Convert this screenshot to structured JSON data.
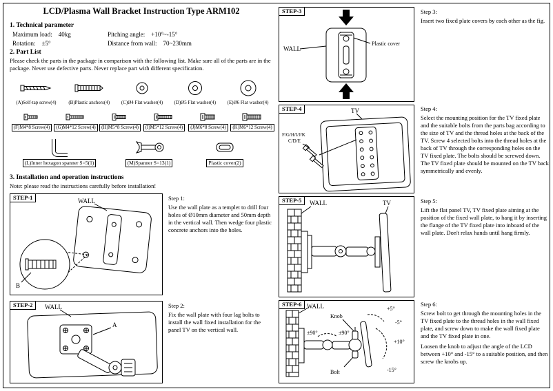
{
  "title": "LCD/Plasma Wall Bracket Instruction Type ARM102",
  "tech": {
    "heading": "1. Technical parameter",
    "params": [
      {
        "label": "Maximum load:",
        "value": "40kg"
      },
      {
        "label": "Pitching angle:",
        "value": "+10°~-15°"
      },
      {
        "label": "Rotation:",
        "value": "±5°"
      },
      {
        "label": "Distance from wall:",
        "value": "70~230mm"
      }
    ]
  },
  "parts": {
    "heading": "2. Part List",
    "note": "Please check the parts in the package in comparison with the following list. Make sure all of the parts are in the package. Never use defective parts. Never replace part with different specification.",
    "row1": [
      "(A)Self-tap screw(4)",
      "(B)Plastic anchors(4)",
      "(C)Ø4 Flat washer(4)",
      "(D)Ø5 Flat washer(4)",
      "(E)Ø6 Flat washer(4)"
    ],
    "row2": [
      "(F)M4*8 Screw(4)",
      "(G)M4*12 Screw(4)",
      "(H)M5*8 Screw(4)",
      "(I)M5*12 Screw(4)",
      "(J)M6*8 Screw(4)",
      "(K)M6*12 Screw(4)"
    ],
    "row3": [
      "(L)Inner hexagon spanner S=5(1)",
      "(M)Spanner S=13(1)",
      "Plastic cover(2)"
    ]
  },
  "install": {
    "heading": "3. Installation and operation instructions",
    "note": "Note: please read the instructions carefully before installation!"
  },
  "steps": {
    "s1": {
      "tag": "STEP-1",
      "title": "Step 1:",
      "text": "Use the wall plate as a templet to drill four holes of Ø10mm diameter and 50mm depth in the vertical wall. Then wedge four plastic concrete anchors into the holes.",
      "wall": "WALL",
      "b": "B"
    },
    "s2": {
      "tag": "STEP-2",
      "title": "Step 2:",
      "text": "Fix the wall plate with four lag bolts to install the wall fixed installation for the panel TV on the vertical wall.",
      "wall": "WALL",
      "a": "A"
    },
    "s3": {
      "tag": "STEP-3",
      "title": "Step 3:",
      "text": "Insert two fixed plate covers by each other as the fig.",
      "wall": "WALL",
      "cover": "Plastic cover"
    },
    "s4": {
      "tag": "STEP-4",
      "title": "Step 4:",
      "text": "Select the mounting position for the TV fixed plate and the suitable bolts from the parts bag according to the size of TV and the thread holes at the back of the TV. Screw 4 selected bolts into the thread holes at the back of TV through the corresponding holes on the TV fixed plate. The bolts should be screwed down. The TV fixed plate should be mounted on the TV back symmetrically and evenly.",
      "tv": "TV",
      "screws1": "F/G/H/I/J/K",
      "screws2": "C/D/E"
    },
    "s5": {
      "tag": "STEP-5",
      "title": "Step 5:",
      "text": "Lift the flat panel TV, TV fixed plate aiming at the position of the fixed wall plate, to hang it by inserting the flange of the TV fixed plate into inboard of the wall plate. Don't relax hands until hang firmly.",
      "wall": "WALL",
      "tv": "TV"
    },
    "s6": {
      "tag": "STEP-6",
      "title": "Step 6:",
      "text1": "Screw bolt to get through the mounting holes in the TV fixed plate to the thread holes in the wall fixed plate, and screw down to make the wall fixed plate and the TV fixed plate in one.",
      "text2": "Loosen the knob to adjust the angle of the LCD between +10° and -15° to a suitable position, and then screw the knobs up.",
      "wall": "WALL",
      "knob": "Knob",
      "bolt": "Bolt",
      "angle_plus5": "+5°",
      "angle_minus5": "-5°",
      "angle_90a": "±90°",
      "angle_90b": "±90°",
      "angle_plus10": "+10°",
      "angle_minus15": "-15°"
    }
  }
}
